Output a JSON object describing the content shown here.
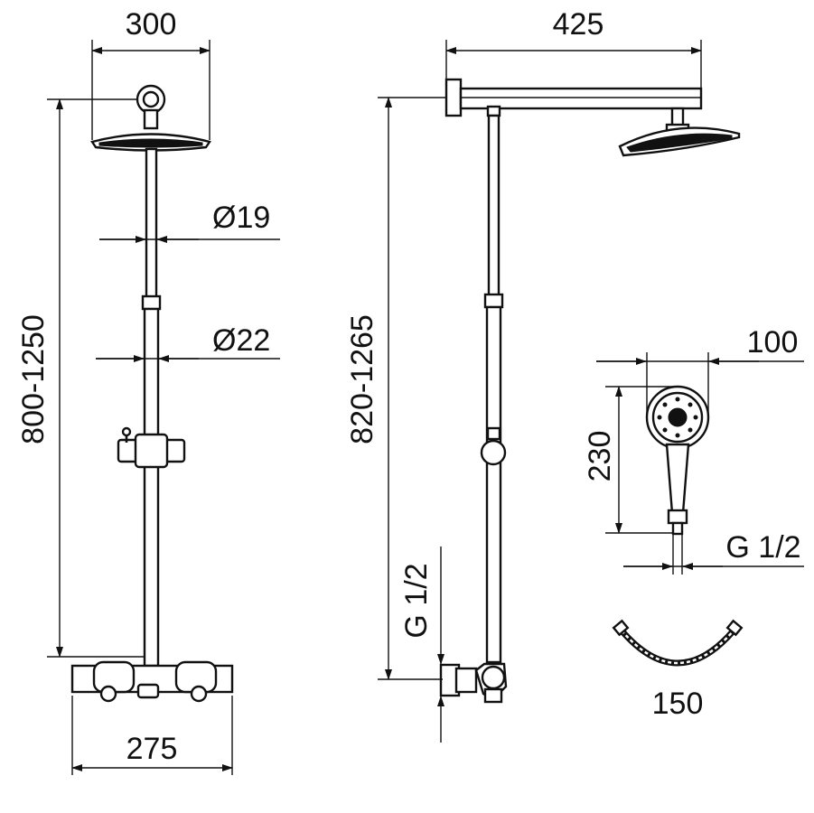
{
  "colors": {
    "ink": "#111111",
    "background": "#ffffff"
  },
  "dimensions": {
    "front_width": "300",
    "pipe_upper_diameter": "Ø19",
    "pipe_lower_diameter": "Ø22",
    "front_height": "800-1250",
    "mixer_width": "275",
    "arm_length": "425",
    "side_height": "820-1265",
    "inlet_thread": "G 1/2",
    "hand_shower_width": "100",
    "hand_shower_length": "230",
    "hand_shower_thread": "G 1/2",
    "hose_length": "150"
  }
}
